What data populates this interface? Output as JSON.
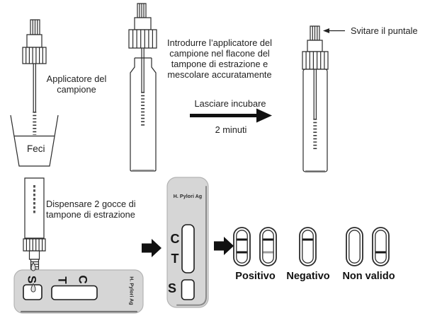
{
  "colors": {
    "ink": "#2b2b2b",
    "cassette_fill": "#d6d6d6",
    "cassette_edge": "#b3b3b3",
    "line_dark": "#161616",
    "faint_line": "#9c9c9c"
  },
  "step1": {
    "applicator_label": "Applicatore del campione",
    "cup_label": "Feci"
  },
  "step2": {
    "instruction": "Introdurre l’applicatore del campione nel flacone del tampone di estrazione e mescolare accuratamente",
    "incubate_label": "Lasciare incubare",
    "incubate_time": "2 minuti"
  },
  "step3": {
    "label": "Svitare il puntale"
  },
  "step4": {
    "instruction": "Dispensare 2 gocce di tampone di estrazione"
  },
  "cassette": {
    "brand": "H. Pylori Ag",
    "control_label": "C",
    "test_label": "T",
    "sample_label": "S"
  },
  "results": {
    "positive_label": "Positivo",
    "negative_label": "Negativo",
    "invalid_label": "Non valido",
    "windows": [
      {
        "group": "positive",
        "lines": [
          {
            "pos": "C",
            "tone": "dark"
          },
          {
            "pos": "T",
            "tone": "dark"
          }
        ]
      },
      {
        "group": "positive",
        "lines": [
          {
            "pos": "C",
            "tone": "dark"
          },
          {
            "pos": "T",
            "tone": "faint"
          }
        ]
      },
      {
        "group": "negative",
        "lines": [
          {
            "pos": "C",
            "tone": "dark"
          }
        ]
      },
      {
        "group": "invalid",
        "lines": []
      },
      {
        "group": "invalid",
        "lines": [
          {
            "pos": "T",
            "tone": "dark"
          }
        ]
      }
    ]
  }
}
